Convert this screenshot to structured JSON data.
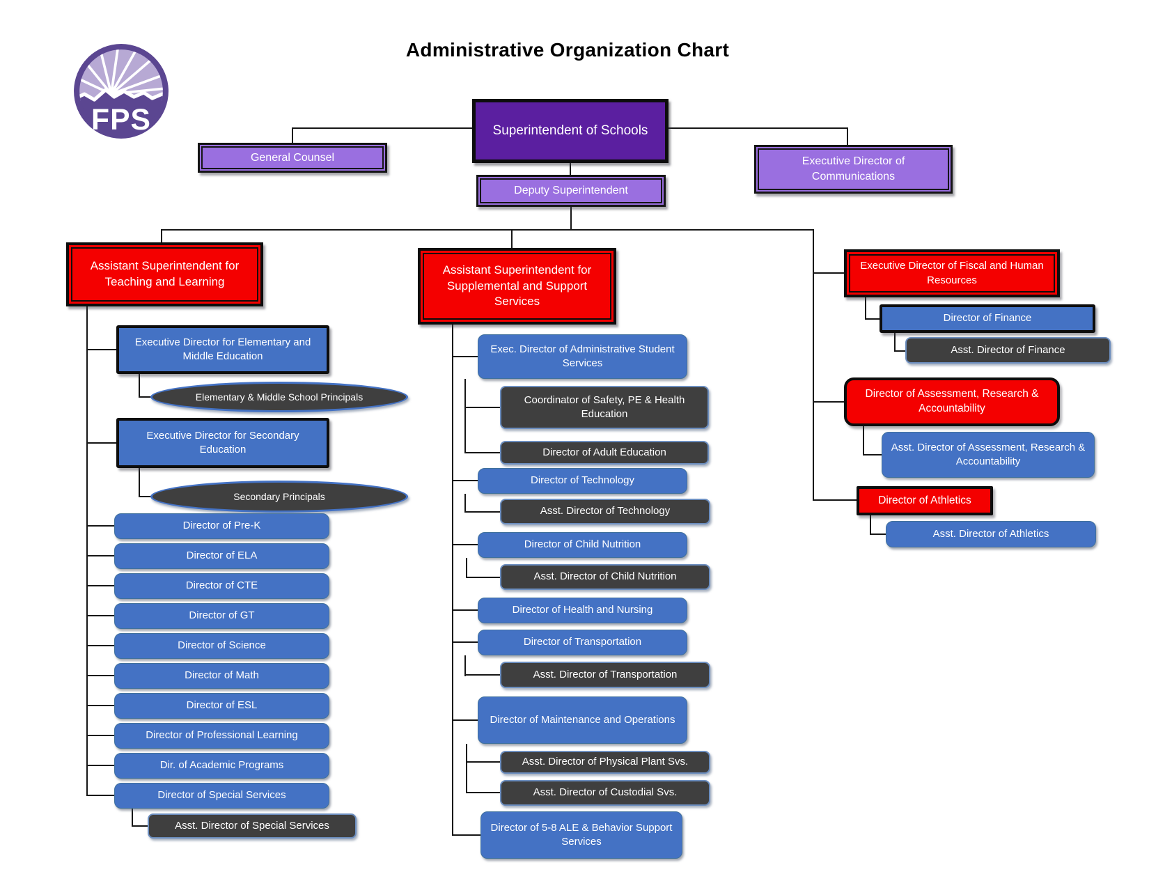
{
  "title": "Administrative Organization Chart",
  "logo": {
    "text": "FPS"
  },
  "colors": {
    "executive_purple": "#5B1FA0",
    "light_purple": "#9A6FE0",
    "assistant_superintendent_red": "#F40000",
    "director_blue": "#4472C4",
    "assistant_dark_gray": "#3F3F3F",
    "logo_purple": "#5B4691",
    "logo_lavender": "#B7A9D4",
    "connector_black": "#161616"
  },
  "nodes": {
    "superintendent": {
      "label": "Superintendent of Schools"
    },
    "general_counsel": {
      "label": "General Counsel"
    },
    "communications": {
      "label": "Executive Director of Communications"
    },
    "deputy": {
      "label": "Deputy Superintendent"
    },
    "asst_teaching": {
      "label": "Assistant Superintendent for Teaching and Learning"
    },
    "exec_elem": {
      "label": "Executive Director for Elementary and Middle Education"
    },
    "elem_principals": {
      "label": "Elementary & Middle School Principals"
    },
    "exec_secondary": {
      "label": "Executive Director for Secondary Education"
    },
    "secondary_principals": {
      "label": "Secondary Principals"
    },
    "prek": {
      "label": "Director of Pre-K"
    },
    "ela": {
      "label": "Director of ELA"
    },
    "cte": {
      "label": "Director of CTE"
    },
    "gt": {
      "label": "Director of GT"
    },
    "science": {
      "label": "Director of Science"
    },
    "math": {
      "label": "Director of Math"
    },
    "esl": {
      "label": "Director of ESL"
    },
    "prof_learning": {
      "label": "Director of Professional Learning"
    },
    "academic": {
      "label": "Dir. of Academic Programs"
    },
    "special": {
      "label": "Director of Special Services"
    },
    "asst_special": {
      "label": "Asst. Director of Special Services"
    },
    "asst_supplemental": {
      "label": "Assistant Superintendent for Supplemental and Support Services"
    },
    "admin_student": {
      "label": "Exec. Director of Administrative Student Services"
    },
    "coord_safety": {
      "label": "Coordinator of Safety, PE & Health Education"
    },
    "adult_ed": {
      "label": "Director of Adult Education"
    },
    "technology": {
      "label": "Director of Technology"
    },
    "asst_technology": {
      "label": "Asst. Director of Technology"
    },
    "child_nutrition": {
      "label": "Director of Child Nutrition"
    },
    "asst_child_nutrition": {
      "label": "Asst. Director of Child Nutrition"
    },
    "health_nursing": {
      "label": "Director of Health and Nursing"
    },
    "transportation": {
      "label": "Director of Transportation"
    },
    "asst_transportation": {
      "label": "Asst. Director of Transportation"
    },
    "maintenance": {
      "label": "Director of Maintenance and Operations"
    },
    "physical_plant": {
      "label": "Asst. Director of Physical Plant Svs."
    },
    "custodial": {
      "label": "Asst. Director of Custodial Svs."
    },
    "ale_58": {
      "label": "Director of 5-8 ALE & Behavior Support Services"
    },
    "fiscal_hr": {
      "label": "Executive Director of Fiscal and Human Resources"
    },
    "finance": {
      "label": "Director of Finance"
    },
    "asst_finance": {
      "label": "Asst. Director of Finance"
    },
    "assessment": {
      "label": "Director of Assessment, Research & Accountability"
    },
    "asst_assessment": {
      "label": "Asst. Director of Assessment, Research & Accountability"
    },
    "athletics": {
      "label": "Director of Athletics"
    },
    "asst_athletics": {
      "label": "Asst. Director of Athletics"
    }
  }
}
